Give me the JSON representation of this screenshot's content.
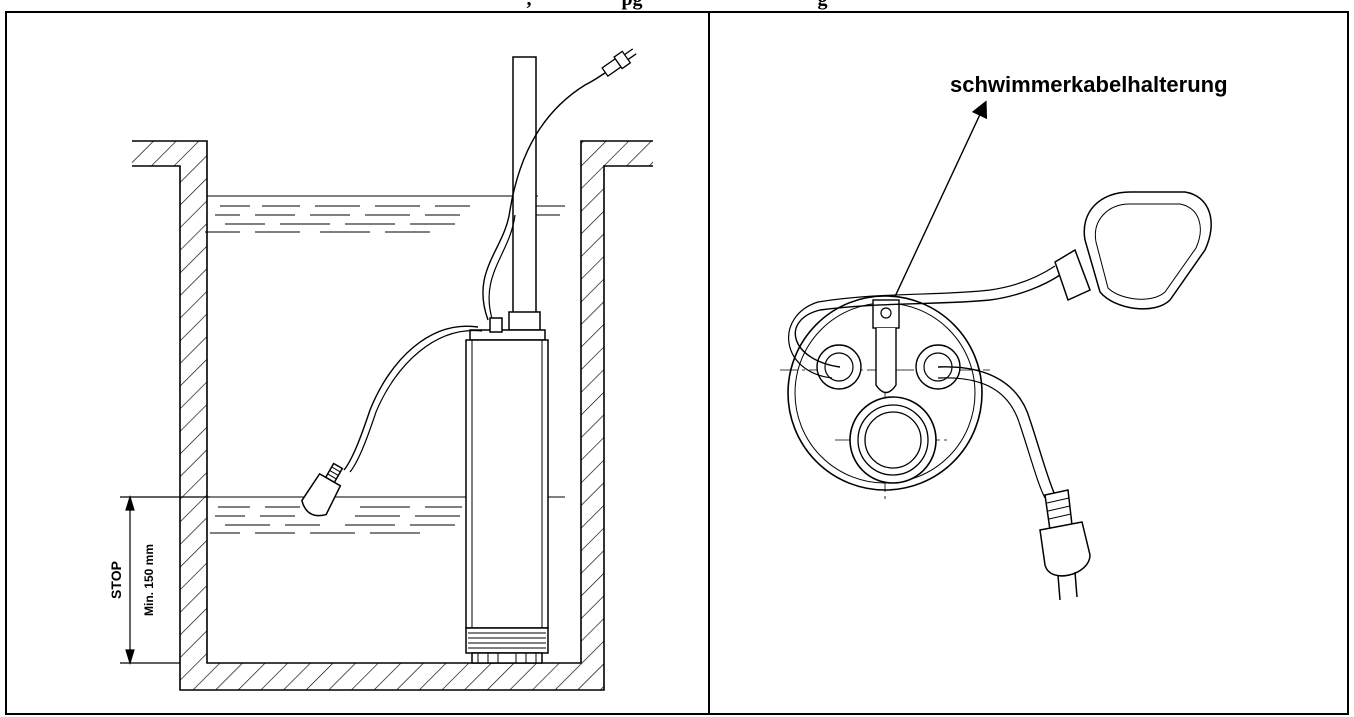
{
  "header": {
    "partial_title": ",                  pg                                   g"
  },
  "left_panel": {
    "stop_label": "STOP",
    "min_depth_label": "Min. 150 mm"
  },
  "right_panel": {
    "callout_label": "schwimmerkabelhalterung"
  }
}
